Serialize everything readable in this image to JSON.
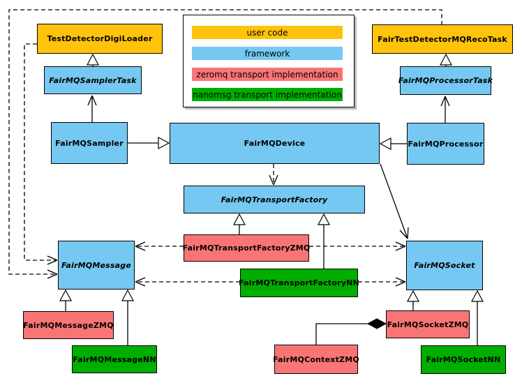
{
  "diagram": {
    "kind": "uml-class-diagram",
    "subject": "FairMQ framework classes and transport implementations"
  },
  "colors": {
    "user_code": "#ffc30b",
    "framework": "#75c8f1",
    "zeromq": "#f97575",
    "nanomsg": "#00ae00",
    "line": "#000000",
    "background": "#ffffff"
  },
  "legend": {
    "items": [
      {
        "label": "user code",
        "category": "user_code"
      },
      {
        "label": "framework",
        "category": "framework"
      },
      {
        "label": "zeromq transport implementation",
        "category": "zeromq"
      },
      {
        "label": "nanomsg transport implementation",
        "category": "nanomsg"
      }
    ]
  },
  "nodes": {
    "test_detector_digi_loader": {
      "label": "TestDetectorDigiLoader",
      "category": "user_code",
      "abstract": false
    },
    "fair_test_detector_mq_reco_task": {
      "label": "FairTestDetectorMQRecoTask",
      "category": "user_code",
      "abstract": false
    },
    "fair_mq_sampler_task": {
      "label": "FairMQSamplerTask",
      "category": "framework",
      "abstract": true
    },
    "fair_mq_processor_task": {
      "label": "FairMQProcessorTask",
      "category": "framework",
      "abstract": true
    },
    "fair_mq_sampler": {
      "label": "FairMQSampler",
      "category": "framework",
      "abstract": false
    },
    "fair_mq_device": {
      "label": "FairMQDevice",
      "category": "framework",
      "abstract": false
    },
    "fair_mq_processor": {
      "label": "FairMQProcessor",
      "category": "framework",
      "abstract": false
    },
    "fair_mq_transport_factory": {
      "label": "FairMQTransportFactory",
      "category": "framework",
      "abstract": true
    },
    "fair_mq_transport_factory_zmq": {
      "label": "FairMQTransportFactoryZMQ",
      "category": "zeromq",
      "abstract": false
    },
    "fair_mq_transport_factory_nn": {
      "label": "FairMQTransportFactoryNN",
      "category": "nanomsg",
      "abstract": false
    },
    "fair_mq_message": {
      "label": "FairMQMessage",
      "category": "framework",
      "abstract": true
    },
    "fair_mq_socket": {
      "label": "FairMQSocket",
      "category": "framework",
      "abstract": true
    },
    "fair_mq_message_zmq": {
      "label": "FairMQMessageZMQ",
      "category": "zeromq",
      "abstract": false
    },
    "fair_mq_message_nn": {
      "label": "FairMQMessageNN",
      "category": "nanomsg",
      "abstract": false
    },
    "fair_mq_socket_zmq": {
      "label": "FairMQSocketZMQ",
      "category": "zeromq",
      "abstract": false
    },
    "fair_mq_socket_nn": {
      "label": "FairMQSocketNN",
      "category": "nanomsg",
      "abstract": false
    },
    "fair_mq_context_zmq": {
      "label": "FairMQContextZMQ",
      "category": "zeromq",
      "abstract": false
    }
  },
  "edges": [
    {
      "from": "fair_mq_sampler_task",
      "to": "test_detector_digi_loader",
      "type": "generalization"
    },
    {
      "from": "fair_mq_sampler",
      "to": "fair_mq_sampler_task",
      "type": "association-arrow"
    },
    {
      "from": "fair_mq_sampler",
      "to": "fair_mq_device",
      "type": "generalization"
    },
    {
      "from": "fair_mq_processor",
      "to": "fair_mq_device",
      "type": "generalization"
    },
    {
      "from": "fair_mq_processor",
      "to": "fair_mq_processor_task",
      "type": "association-arrow"
    },
    {
      "from": "fair_mq_processor_task",
      "to": "fair_test_detector_mq_reco_task",
      "type": "generalization"
    },
    {
      "from": "fair_mq_device",
      "to": "fair_mq_transport_factory",
      "type": "dependency-dashed"
    },
    {
      "from": "fair_mq_device",
      "to": "fair_mq_socket",
      "type": "association-arrow"
    },
    {
      "from": "fair_mq_transport_factory_zmq",
      "to": "fair_mq_transport_factory",
      "type": "generalization"
    },
    {
      "from": "fair_mq_transport_factory_nn",
      "to": "fair_mq_transport_factory",
      "type": "generalization"
    },
    {
      "from": "fair_mq_transport_factory_zmq",
      "to": "fair_mq_message",
      "type": "dependency-dashed"
    },
    {
      "from": "fair_mq_transport_factory_zmq",
      "to": "fair_mq_socket",
      "type": "dependency-dashed"
    },
    {
      "from": "fair_mq_transport_factory_nn",
      "to": "fair_mq_message",
      "type": "dependency-dashed"
    },
    {
      "from": "fair_mq_transport_factory_nn",
      "to": "fair_mq_socket",
      "type": "dependency-dashed"
    },
    {
      "from": "test_detector_digi_loader",
      "to": "fair_mq_message",
      "type": "dependency-dashed"
    },
    {
      "from": "fair_test_detector_mq_reco_task",
      "to": "fair_mq_message",
      "type": "dependency-dashed"
    },
    {
      "from": "fair_mq_message_zmq",
      "to": "fair_mq_message",
      "type": "generalization"
    },
    {
      "from": "fair_mq_message_nn",
      "to": "fair_mq_message",
      "type": "generalization"
    },
    {
      "from": "fair_mq_socket_zmq",
      "to": "fair_mq_socket",
      "type": "generalization"
    },
    {
      "from": "fair_mq_socket_nn",
      "to": "fair_mq_socket",
      "type": "generalization"
    },
    {
      "from": "fair_mq_context_zmq",
      "to": "fair_mq_socket_zmq",
      "type": "composition"
    }
  ]
}
